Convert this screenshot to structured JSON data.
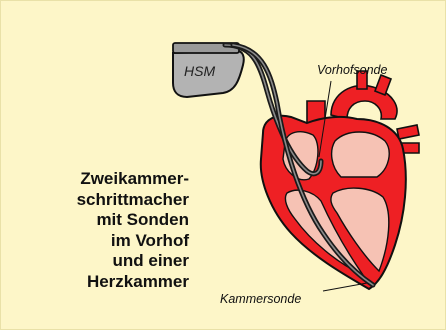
{
  "labels": {
    "device": "HSM",
    "atrial_lead": "Vorhofsonde",
    "ventricular_lead": "Kammersonde"
  },
  "caption": {
    "lines": [
      "Zweikammer-",
      "schrittmacher",
      "mit Sonden",
      "im Vorhof",
      "und einer",
      "Herzkammer"
    ]
  },
  "colors": {
    "background": "#fdf6c8",
    "heart_red": "#ee2024",
    "heart_inner": "#f6c2b4",
    "device_gray": "#b3b3b3",
    "lead_dark": "#1a1a1a"
  }
}
